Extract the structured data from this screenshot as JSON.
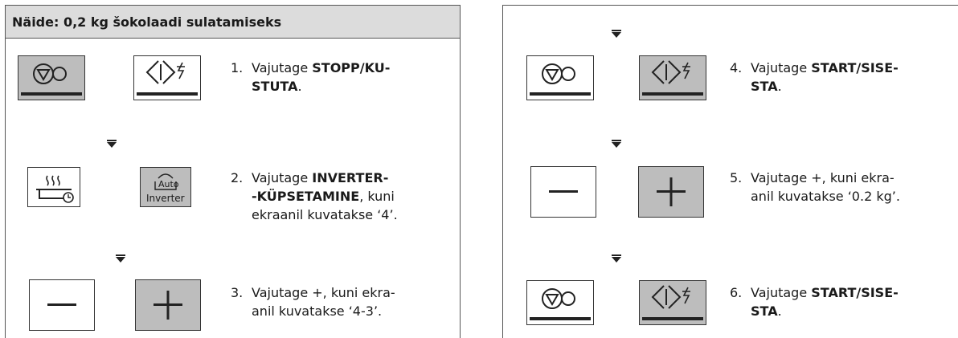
{
  "left_panel": {
    "header": "Näide: 0,2 kg šokolaadi sulatamiseks",
    "steps": [
      {
        "num": "1.",
        "pre": "Vajutage ",
        "bold": "STOPP/KU-",
        "bold2": "STUTA",
        "post": "."
      },
      {
        "num": "2.",
        "pre": "Vajutage ",
        "bold": "INVERTER-",
        "bold2": "-KÜPSETAMINE",
        "post": ", kuni",
        "line3": "ekraanil kuvatakse ‘4’."
      },
      {
        "num": "3.",
        "line1": "Vajutage +, kuni ekra-",
        "line2": "anil kuvatakse ‘4-3’."
      }
    ],
    "auto_label": "Auto",
    "inverter_label": "Inverter"
  },
  "right_panel": {
    "steps": [
      {
        "num": "4.",
        "pre": "Vajutage ",
        "bold": "START/SISE-",
        "bold2": "STA",
        "post": "."
      },
      {
        "num": "5.",
        "line1": "Vajutage +, kuni ekra-",
        "line2": "anil kuvatakse ‘0.2 kg’."
      },
      {
        "num": "6.",
        "pre": "Vajutage ",
        "bold": "START/SISE-",
        "bold2": "STA",
        "post": "."
      }
    ]
  },
  "icons": [
    "stop-icon",
    "start-icon",
    "inverter-cooking-icon",
    "auto-inverter-icon",
    "minus-icon",
    "plus-icon"
  ],
  "colors": {
    "header_bg": "#dcdcdc",
    "pressed_key_bg": "#bdbdbd",
    "border": "#555555"
  }
}
